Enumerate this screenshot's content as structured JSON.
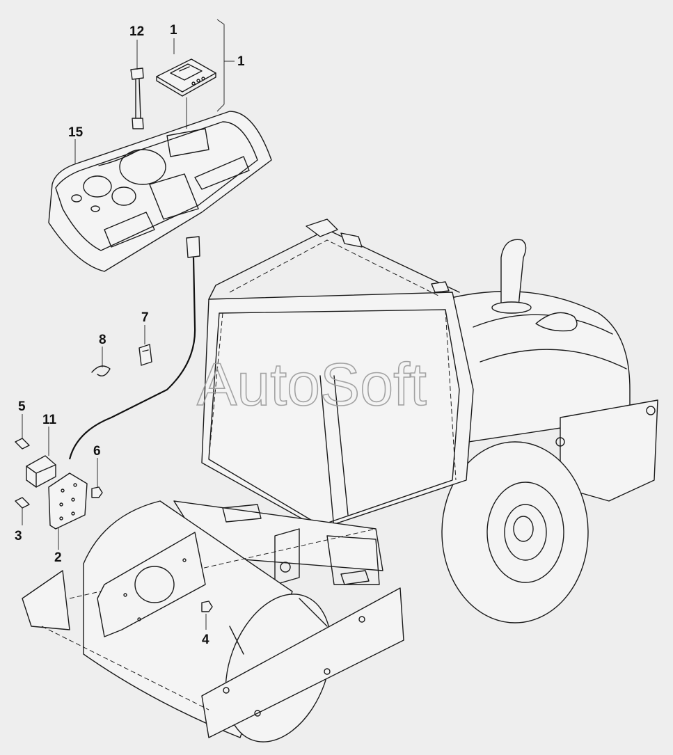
{
  "watermark": "AutoSoft",
  "callouts": [
    {
      "id": "c12",
      "label": "12"
    },
    {
      "id": "c1a",
      "label": "1"
    },
    {
      "id": "c1b",
      "label": "1"
    },
    {
      "id": "c15",
      "label": "15"
    },
    {
      "id": "c7",
      "label": "7"
    },
    {
      "id": "c8",
      "label": "8"
    },
    {
      "id": "c5",
      "label": "5"
    },
    {
      "id": "c11",
      "label": "11"
    },
    {
      "id": "c6",
      "label": "6"
    },
    {
      "id": "c3",
      "label": "3"
    },
    {
      "id": "c2",
      "label": "2"
    },
    {
      "id": "c4",
      "label": "4"
    }
  ]
}
